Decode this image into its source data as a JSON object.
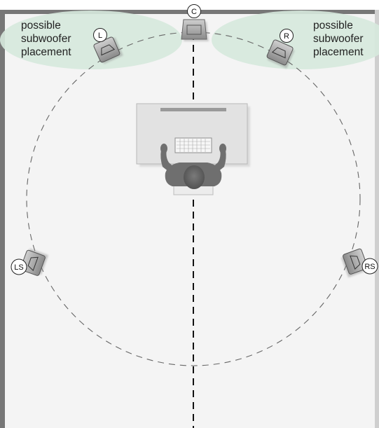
{
  "subwoofer_zones": {
    "left_label": [
      "possible",
      "subwoofer",
      "placement"
    ],
    "right_label": [
      "possible",
      "subwoofer",
      "placement"
    ]
  },
  "speakers": {
    "center": "C",
    "left": "L",
    "right": "R",
    "left_surround": "LS",
    "right_surround": "RS"
  },
  "colors": {
    "wall": "#777777",
    "room_floor": "#f4f4f4",
    "zone_fill": "#d6e9dd",
    "desk": "#e2e2e2",
    "speaker": "#999999",
    "listener": "#6f6f6f"
  }
}
